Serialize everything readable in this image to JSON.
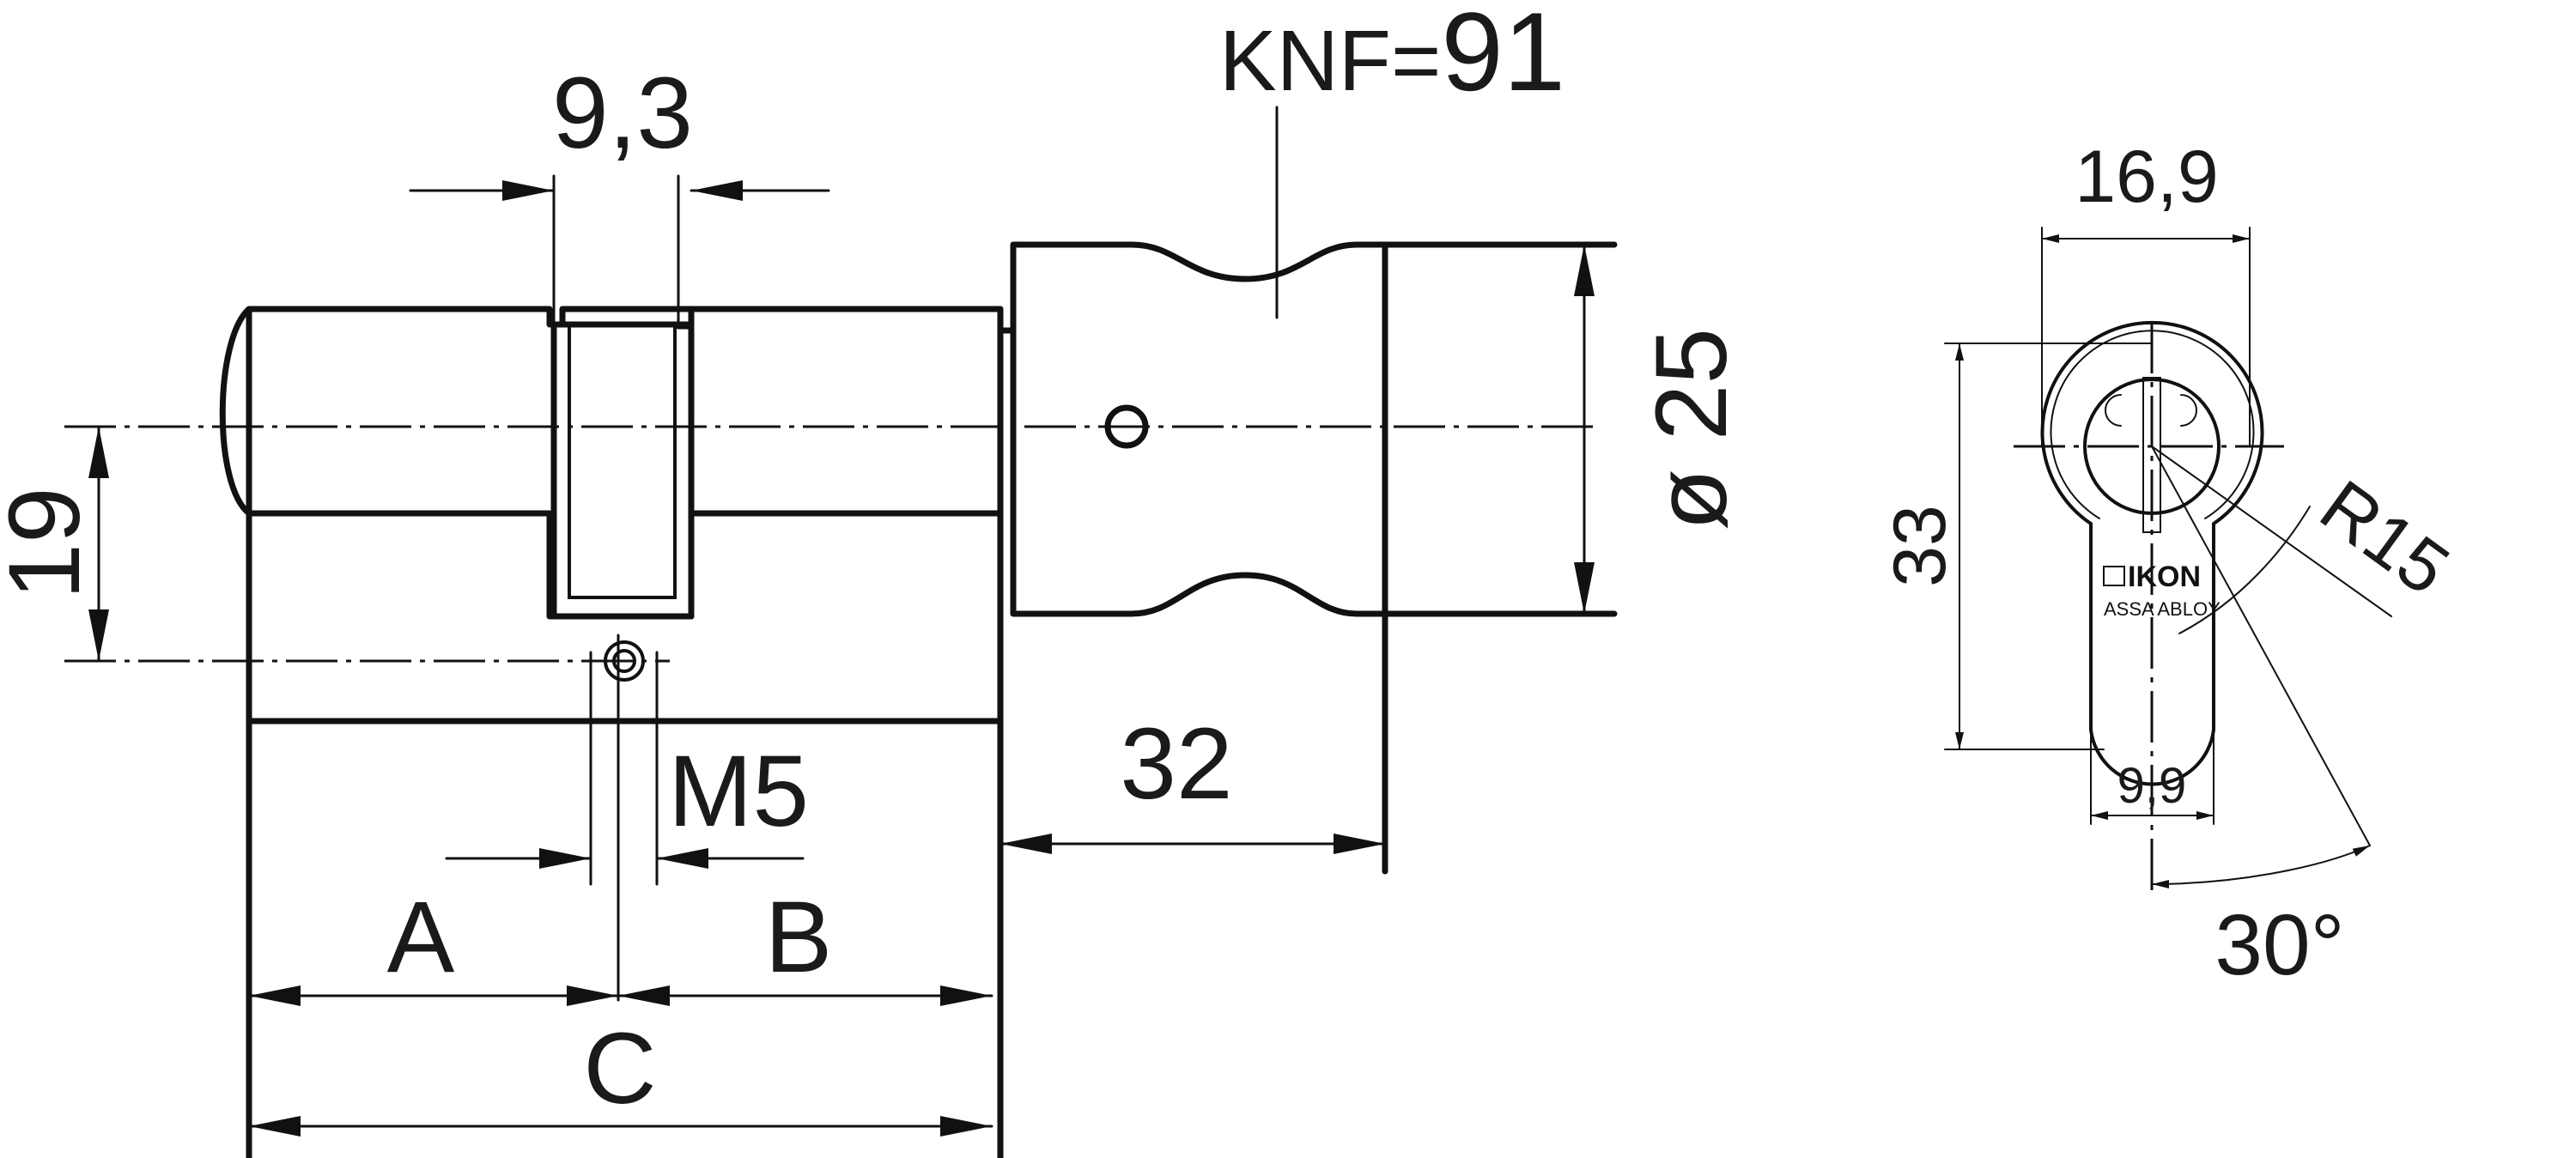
{
  "labels": {
    "knf_prefix": "KNF=",
    "knf_value": "91",
    "width_9_3": "9,3",
    "height_19": "19",
    "diameter_25": "ø 25",
    "m5": "M5",
    "length_32": "32",
    "a": "A",
    "b": "B",
    "c": "C",
    "width_16_9": "16,9",
    "height_33": "33",
    "radius_r15": "R15",
    "width_9_9": "9,9",
    "angle_30": "30°"
  },
  "brand": {
    "name": "IKON",
    "sub": "ASSA ABLOY"
  }
}
